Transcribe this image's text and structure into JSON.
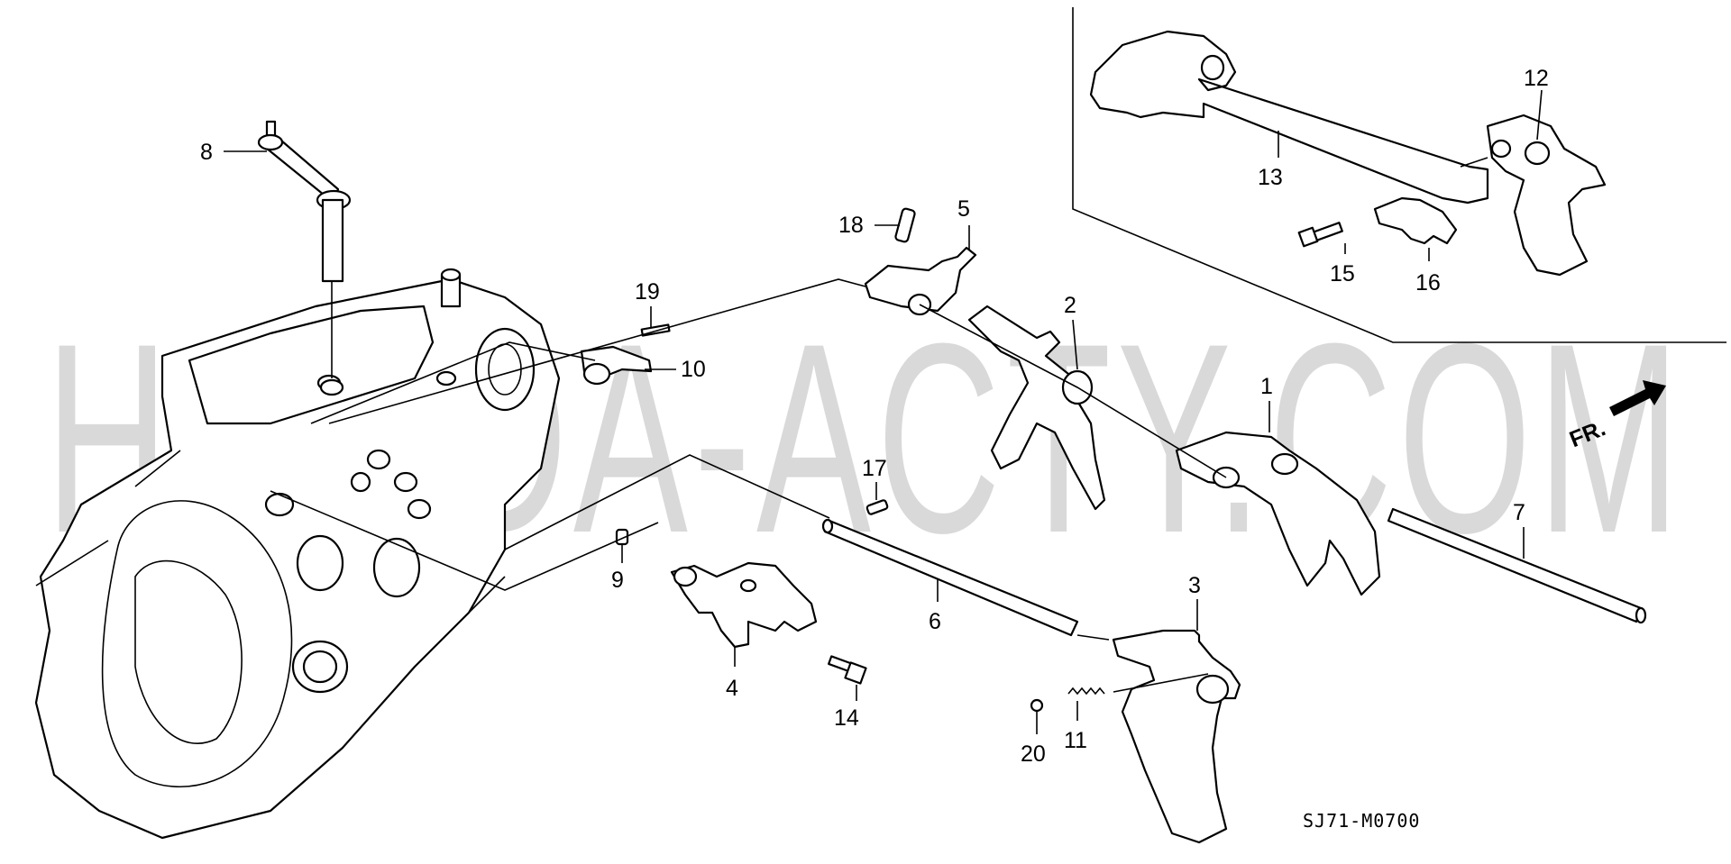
{
  "watermark": "HONDA-ACTY.COM",
  "drawing_code": "SJ71-M0700",
  "front_marker": "FR.",
  "callouts": {
    "c1": "1",
    "c2": "2",
    "c3": "3",
    "c4": "4",
    "c5": "5",
    "c6": "6",
    "c7": "7",
    "c8": "8",
    "c9": "9",
    "c10": "10",
    "c11": "11",
    "c12": "12",
    "c13": "13",
    "c14": "14",
    "c15": "15",
    "c16": "16",
    "c17": "17",
    "c18": "18",
    "c19": "19",
    "c20": "20"
  }
}
